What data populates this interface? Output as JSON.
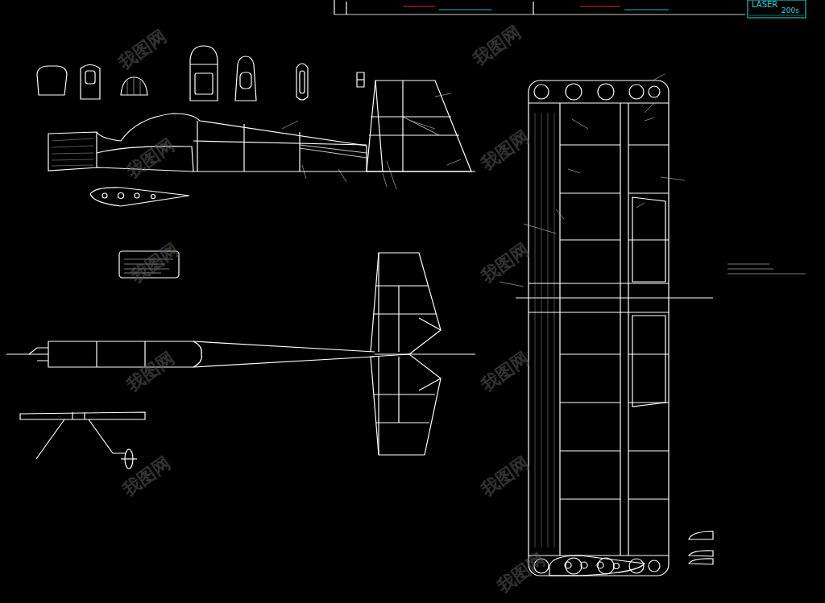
{
  "diagram": {
    "labels": [
      "LASER",
      "200s",
      "我图网",
      "我图网",
      "我图网",
      "我图网",
      "我图网",
      "我图网",
      "我图网",
      "我图网",
      "我图网",
      "我图网",
      "我图网"
    ]
  }
}
